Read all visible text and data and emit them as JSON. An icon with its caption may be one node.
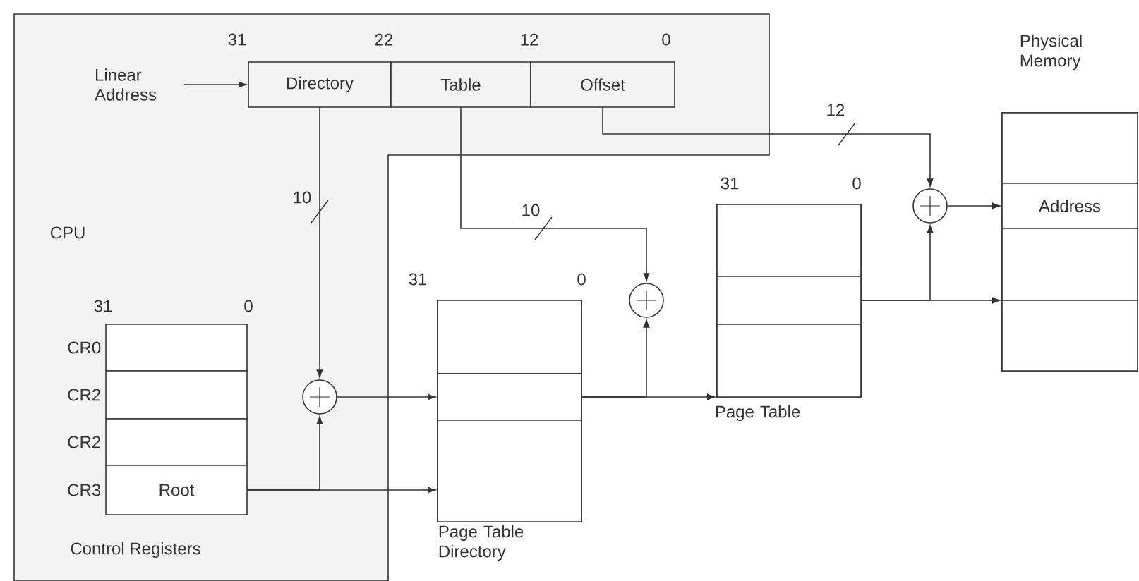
{
  "diagram": {
    "nodes": [
      {
        "text": [
          "CPU"
        ]
      },
      {
        "text": [
          "Linear Address"
        ],
        "in": 0
      },
      {
        "text": [
          "Directory"
        ],
        "in": 0
      },
      {
        "text": [
          "Table"
        ],
        "in": 0
      },
      {
        "text": [
          "Offset"
        ],
        "in": 0
      },
      {
        "text": [],
        "shape": "box",
        "beside": [
          "CR0"
        ],
        "in": 0
      },
      {
        "text": [],
        "shape": "box",
        "beside": [
          "CR2"
        ],
        "in": 0
      },
      {
        "text": [],
        "shape": "box",
        "beside": [
          "CR2"
        ],
        "in": 0
      },
      {
        "text": [
          "Root"
        ],
        "beside": [
          "CR3"
        ],
        "in": 0
      },
      {
        "text": [],
        "shape": "circle",
        "in": 0
      },
      {
        "text": [
          "Page Table Directory"
        ]
      },
      {
        "text": [],
        "shape": "box",
        "in": 10
      },
      {
        "text": [],
        "shape": "box",
        "in": 10
      },
      {
        "text": [],
        "shape": "box",
        "in": 10
      },
      {
        "text": [],
        "shape": "circle"
      },
      {
        "text": [
          "Page Table"
        ]
      },
      {
        "text": [],
        "shape": "box",
        "in": 15
      },
      {
        "text": [],
        "shape": "box",
        "in": 15
      },
      {
        "text": [],
        "shape": "box",
        "in": 15
      },
      {
        "text": [],
        "shape": "circle"
      },
      {
        "text": [
          "Physical Memory"
        ]
      },
      {
        "text": [],
        "shape": "box",
        "in": 20
      },
      {
        "text": [
          "Address"
        ],
        "in": 20
      },
      {
        "text": [],
        "shape": "box",
        "in": 20
      },
      {
        "text": [],
        "shape": "box",
        "in": 20
      }
    ],
    "edges": [
      {
        "from": 1,
        "to": 2,
        "arrow": "to"
      },
      {
        "from": 2,
        "to": 9,
        "arrow": "to",
        "label": "10"
      },
      {
        "from": 8,
        "to": 9,
        "arrow": "to"
      },
      {
        "from": 8,
        "to": 13,
        "arrow": "to"
      },
      {
        "from": 9,
        "to": 12,
        "arrow": "to"
      },
      {
        "from": 3,
        "to": 14,
        "arrow": "to",
        "label": "10"
      },
      {
        "from": 12,
        "to": 14,
        "arrow": "to"
      },
      {
        "from": 12,
        "to": 15,
        "arrow": "to"
      },
      {
        "from": 4,
        "to": 19,
        "arrow": "to",
        "label": "12"
      },
      {
        "from": 17,
        "to": 19,
        "arrow": "to"
      },
      {
        "from": 17,
        "to": 20,
        "arrow": "to"
      },
      {
        "from": 19,
        "to": 22,
        "arrow": "to"
      }
    ],
    "labels": [
      "31",
      "22",
      "12",
      "0",
      "31",
      "0",
      "31",
      "0",
      "31",
      "0",
      "Control Registers"
    ]
  }
}
